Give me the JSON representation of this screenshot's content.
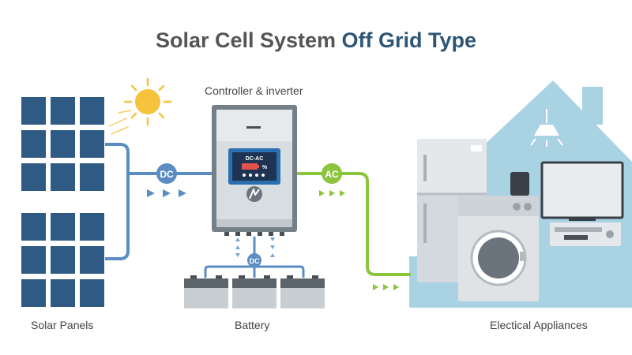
{
  "title": {
    "main": "Solar Cell System ",
    "accent": "Off Grid Type"
  },
  "labels": {
    "controller": "Controller & inverter",
    "panels": "Solar Panels",
    "battery": "Battery",
    "appliances": "Electical Appliances"
  },
  "badges": {
    "dc_left": "DC",
    "ac": "AC",
    "dc_battery": "DC"
  },
  "display": {
    "mode": "DC-AC",
    "percent": "%"
  },
  "colors": {
    "panel": "#2e5a84",
    "dc_line": "#5b8dc2",
    "ac_line": "#8cc43e",
    "house": "#a9d2e3",
    "sun": "#f6c33c",
    "title_accent": "#2f5677"
  },
  "icons": [
    "sun-icon",
    "lightning-logo-icon",
    "battery-icon",
    "ceiling-lamp-icon",
    "arrow-right-icon"
  ]
}
